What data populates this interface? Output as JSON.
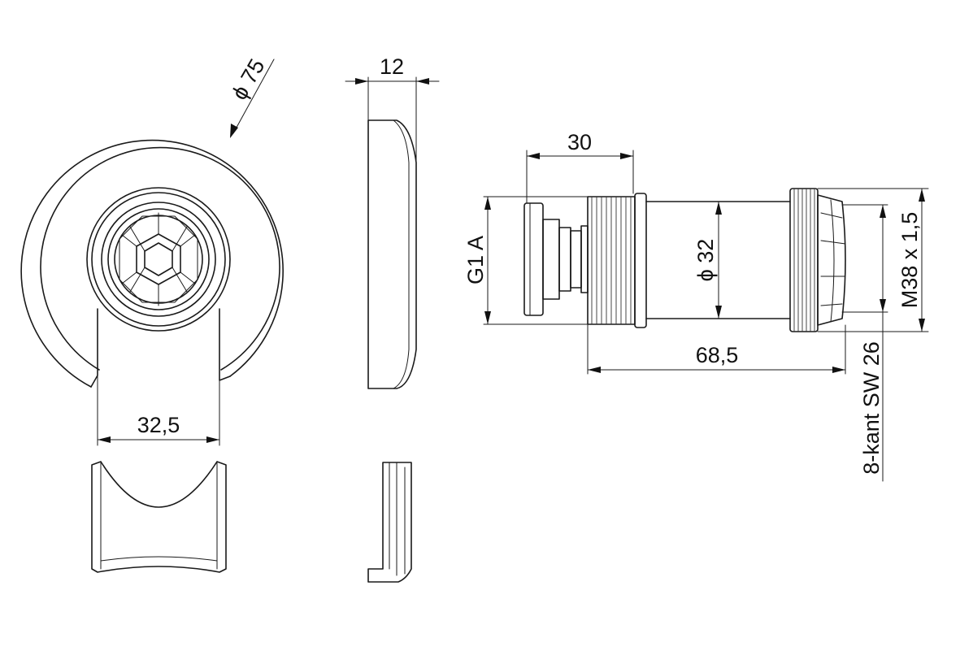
{
  "dimensions": {
    "rosette_diameter": "ϕ 75",
    "rosette_thickness": "12",
    "slot_width": "32,5",
    "thread_depth": "30",
    "inlet_thread": "G1 A",
    "body_diameter": "ϕ 32",
    "overall_length": "68,5",
    "outlet_thread": "M38 x 1,5",
    "wrench_size": "8-kant SW 26"
  }
}
